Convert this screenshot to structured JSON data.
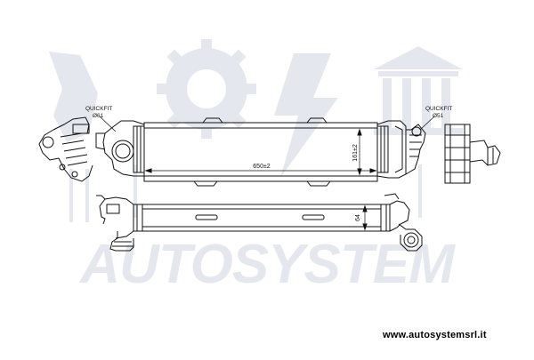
{
  "watermark": {
    "brand": "AUTOSYSTEM",
    "color": "#e4e8ee"
  },
  "callouts": {
    "left_fitting_type": "QUICKFIT",
    "left_fitting_diameter": "Ø61",
    "right_fitting_type": "QUICKFIT",
    "right_fitting_diameter": "Ø51"
  },
  "dimensions": {
    "core_length": "650±2",
    "core_height": "161±2",
    "core_depth": "64"
  },
  "footer": {
    "website": "www.autosystemsrl.it"
  },
  "colors": {
    "line": "#111111",
    "watermark": "#e4e8ee"
  }
}
